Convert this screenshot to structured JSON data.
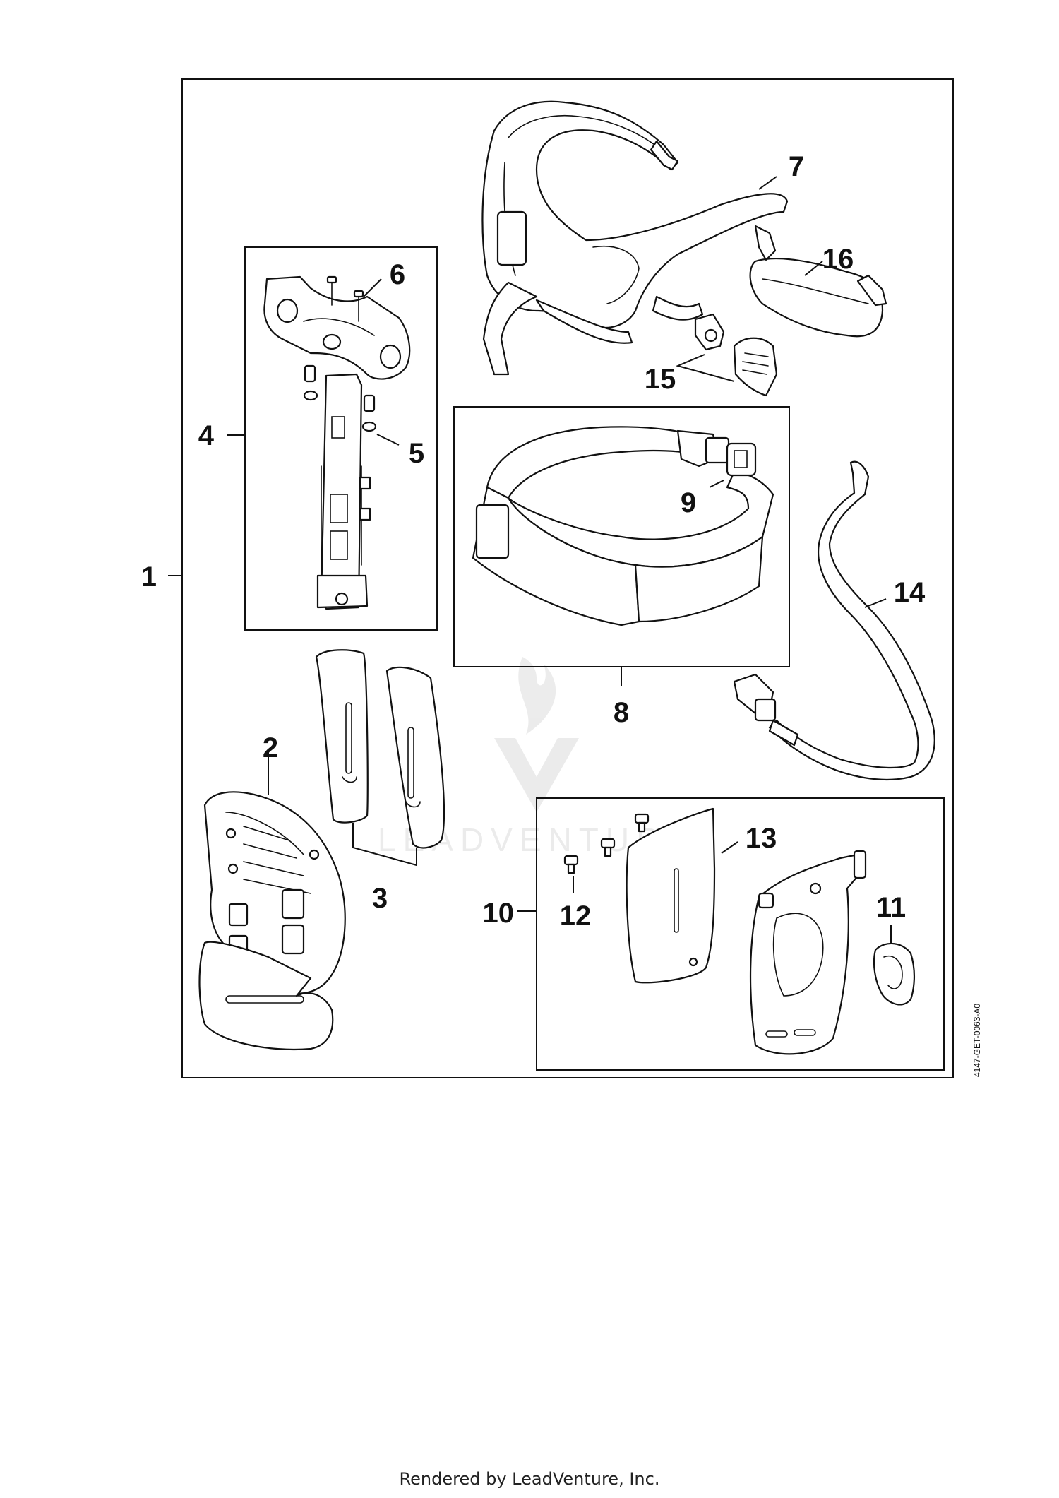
{
  "diagram": {
    "drawing_code": "4147-GET-0063-A0",
    "callouts": {
      "c1": "1",
      "c2": "2",
      "c3": "3",
      "c4": "4",
      "c5": "5",
      "c6": "6",
      "c7": "7",
      "c8": "8",
      "c9": "9",
      "c10": "10",
      "c11": "11",
      "c12": "12",
      "c13": "13",
      "c14": "14",
      "c15": "15",
      "c16": "16"
    },
    "watermark": "LEADVENTURE"
  },
  "footer": {
    "text": "Rendered by LeadVenture, Inc."
  }
}
